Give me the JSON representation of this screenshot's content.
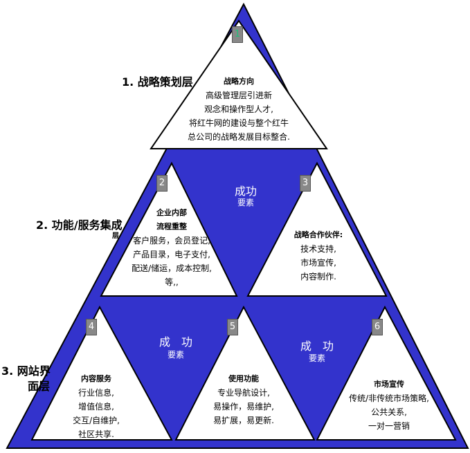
{
  "layers": [
    "1. 战略策划层",
    "2. 功能/服务集成",
    "层",
    "3. 网站界",
    "面层"
  ],
  "center_labels": [
    {
      "main": "成功",
      "sub": "要素"
    },
    {
      "main": "成　功",
      "sub": "要素"
    },
    {
      "main": "成　功",
      "sub": "要素"
    }
  ],
  "blocks": [
    {
      "num": "1",
      "title": "战略方向",
      "lines": [
        "高级管理层引进新",
        "观念和操作型人才,",
        "将红牛网的建设与整个红牛",
        "总公司的战略发展目标整合."
      ]
    },
    {
      "num": "2",
      "title": "企业内部",
      "title2": "流程重整",
      "lines": [
        "客户服务，会员登记,",
        "产品目录，电子支付,",
        "配送/储运，成本控制,",
        "等,,"
      ]
    },
    {
      "num": "3",
      "title": "战略合作伙伴:",
      "lines": [
        "技术支持,",
        "市场宣传,",
        "内容制作."
      ]
    },
    {
      "num": "4",
      "title": "内容服务",
      "lines": [
        "行业信息,",
        "增值信息,",
        "交互/自维护,",
        "社区共享."
      ]
    },
    {
      "num": "5",
      "title": "使用功能",
      "lines": [
        "专业导航设计,",
        "易操作，易维护,",
        "易扩展，易更新."
      ]
    },
    {
      "num": "6",
      "title": "市场宣传",
      "lines": [
        "传统/非传统市场策略,",
        "公共关系,",
        "一对一营销"
      ]
    }
  ],
  "colors": {
    "outer": "#3333cc",
    "outline": "#000000",
    "inner": "#ffffff",
    "badge": "#888888",
    "badge1_text": "#1ec07a"
  }
}
